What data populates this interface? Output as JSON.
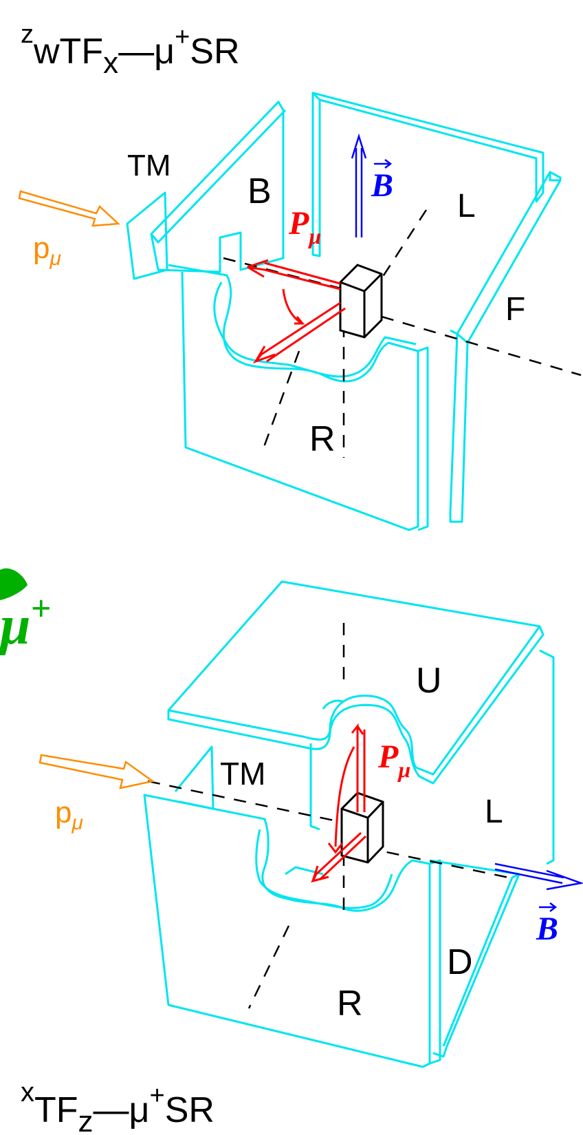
{
  "colors": {
    "panel": "#00e5ef",
    "beam": "#ff8c00",
    "polarization": "#ff0000",
    "field": "#0000ff",
    "axis": "#000000",
    "muon": "#00b000",
    "background": "#ffffff"
  },
  "top_diagram": {
    "title_superscript": "z",
    "title_main": "wTF",
    "title_subscript": "x",
    "title_dash": "—μ",
    "title_plus": "+",
    "title_tail": "SR",
    "labels": {
      "tm": "TM",
      "back": "B",
      "left": "L",
      "forward": "F",
      "right": "R",
      "beam_p": "p",
      "beam_sub": "μ",
      "pol_P": "P",
      "pol_sub": "μ",
      "field_B": "B"
    }
  },
  "muon_label": {
    "symbol": "μ",
    "charge": "+"
  },
  "bottom_diagram": {
    "title_superscript": "x",
    "title_main": "TF",
    "title_subscript": "z",
    "title_dash": "—μ",
    "title_plus": "+",
    "title_tail": "SR",
    "labels": {
      "tm": "TM",
      "up": "U",
      "left": "L",
      "down": "D",
      "right": "R",
      "beam_p": "p",
      "beam_sub": "μ",
      "pol_P": "P",
      "pol_sub": "μ",
      "field_B": "B"
    }
  }
}
